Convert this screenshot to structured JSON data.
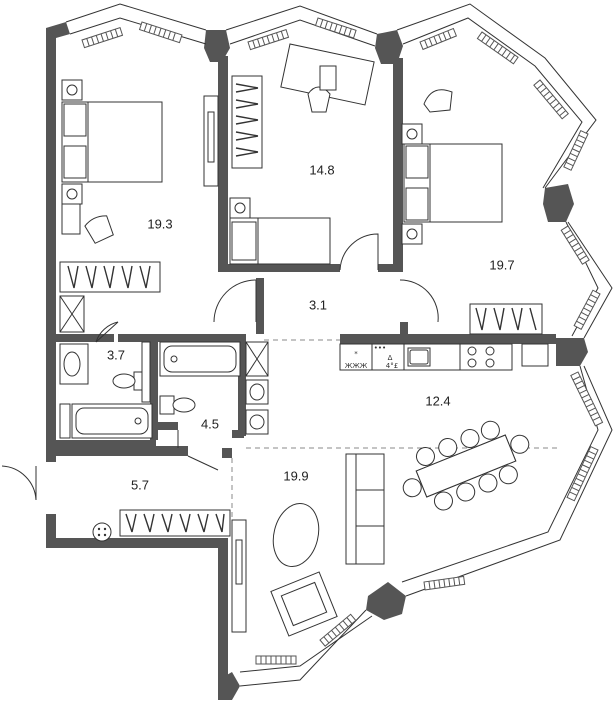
{
  "plan": {
    "rooms": [
      {
        "id": "bedroom-left",
        "area": "19.3"
      },
      {
        "id": "bedroom-top",
        "area": "14.8"
      },
      {
        "id": "bedroom-right",
        "area": "19.7"
      },
      {
        "id": "hall",
        "area": "3.1"
      },
      {
        "id": "bathroom-small",
        "area": "3.7"
      },
      {
        "id": "bathroom-large",
        "area": "4.5"
      },
      {
        "id": "kitchen",
        "area": "12.4"
      },
      {
        "id": "entrance",
        "area": "5.7"
      },
      {
        "id": "living-room",
        "area": "19.9"
      }
    ],
    "appliance_marks": {
      "freezer": "*",
      "fridge": "ЖЖЖ",
      "oven": "Δ",
      "dots": "•••",
      "code": "4°£"
    }
  }
}
